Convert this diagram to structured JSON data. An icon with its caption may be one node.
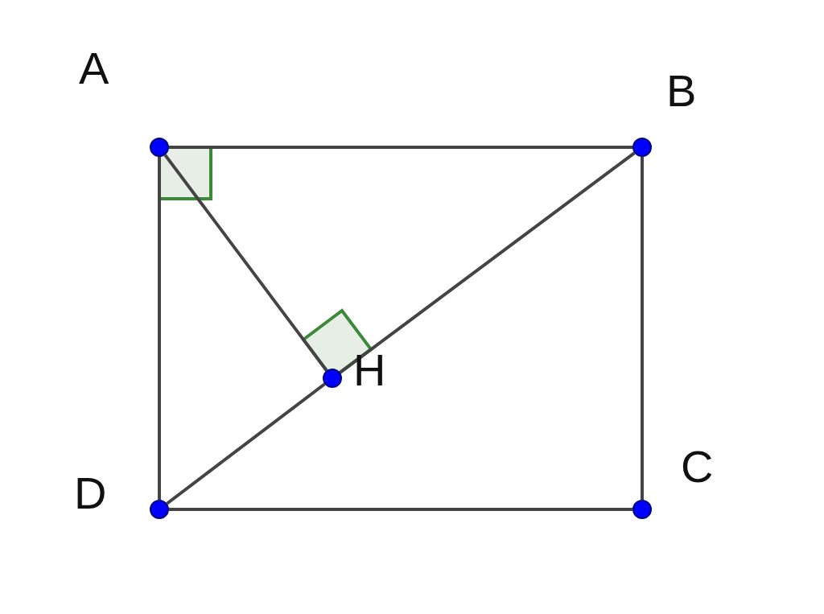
{
  "diagram": {
    "nodes": [
      {
        "text": [
          "A"
        ]
      },
      {
        "text": [
          "B"
        ]
      },
      {
        "text": [
          "C"
        ]
      },
      {
        "text": [
          "D"
        ]
      },
      {
        "text": [
          "H"
        ]
      }
    ],
    "edges": [
      {
        "from": 0,
        "to": 1,
        "arrow": "none"
      },
      {
        "from": 1,
        "to": 2,
        "arrow": "none"
      },
      {
        "from": 2,
        "to": 3,
        "arrow": "none"
      },
      {
        "from": 3,
        "to": 0,
        "arrow": "none"
      },
      {
        "from": 3,
        "to": 4,
        "arrow": "none"
      },
      {
        "from": 4,
        "to": 1,
        "arrow": "none"
      },
      {
        "from": 0,
        "to": 4,
        "arrow": "none"
      }
    ]
  }
}
